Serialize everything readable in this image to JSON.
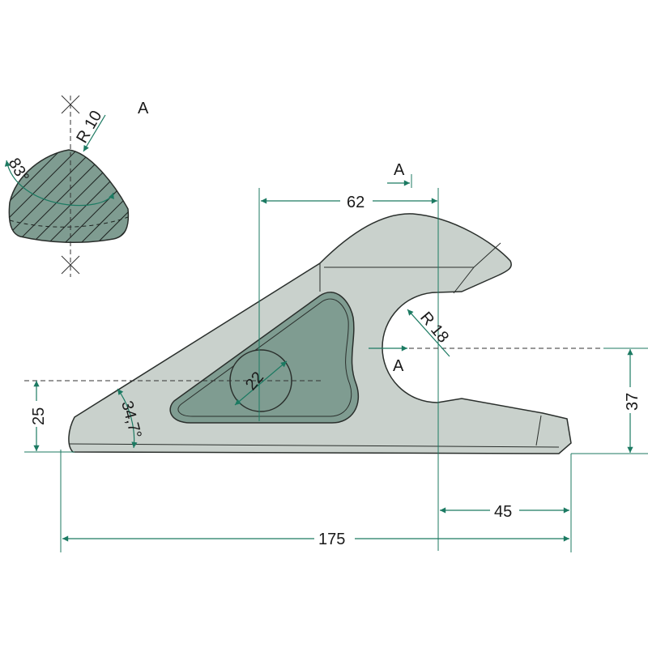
{
  "colors": {
    "body": "#c9d1cc",
    "inset": "#7f9c91",
    "outline": "#2a2f2c",
    "dimension": "#1c7a62"
  },
  "section_view": {
    "title": "A",
    "radius_label": "R 10",
    "angle_label": "83°"
  },
  "main_view": {
    "section_mark_top": "A",
    "section_mark_bottom": "A",
    "dim_top_width": "62",
    "dim_notch_radius": "R 18",
    "dim_hole_diameter": "22",
    "dim_angle": "34,7°",
    "dim_left_height": "25",
    "dim_right_height": "37",
    "dim_tip_length": "45",
    "dim_total_length": "175"
  }
}
